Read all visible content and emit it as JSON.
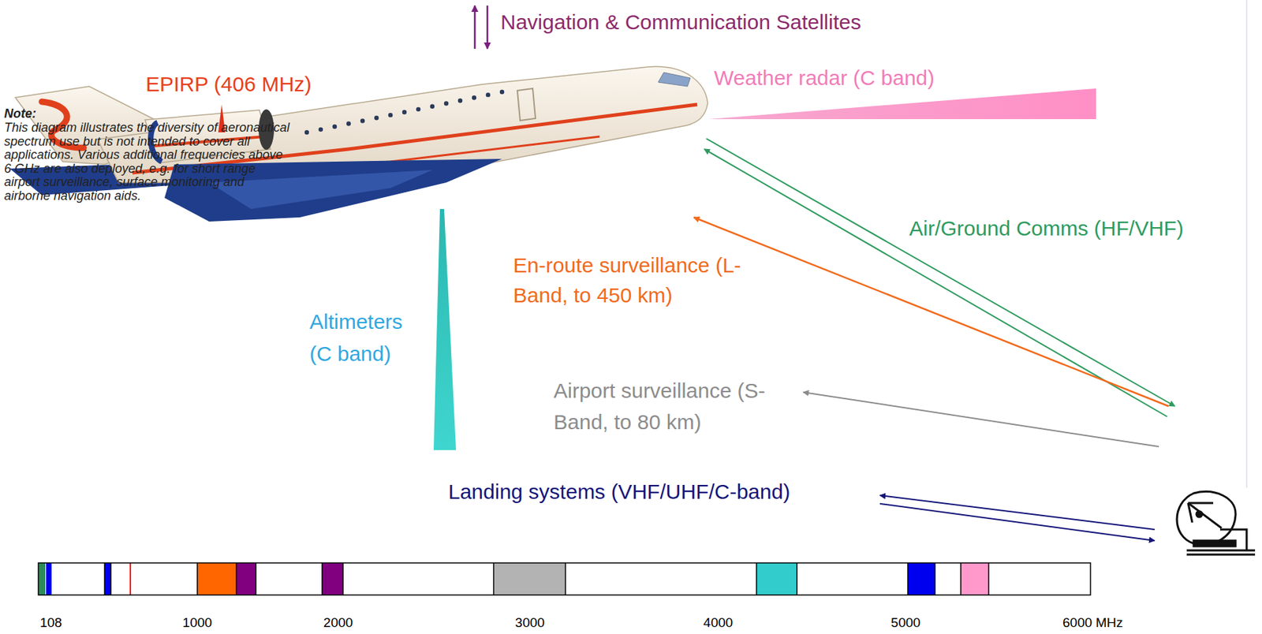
{
  "diagram": {
    "labels": [
      "Navigation & Communication Satellites",
      "EPIRP (406 MHz)",
      "Weather radar (C band)",
      "Air/Ground Comms (HF/VHF)",
      "En-route surveillance (L-Band, to 450 km)",
      "Altimeters (C band)",
      "Airport surveillance (S-Band, to 80 km)",
      "Landing systems (VHF/UHF/C-band)",
      "Note:",
      "This diagram illustrates the diversity of aeronautical spectrum use but is not intended to cover all applications. Various additional frequencies above 6 GHz are also deployed, e.g. for short range airport surveillance, surface monitoring and airborne navigation aids.",
      "108",
      "1000",
      "2000",
      "3000",
      "4000",
      "5000",
      "6000 MHz"
    ]
  }
}
